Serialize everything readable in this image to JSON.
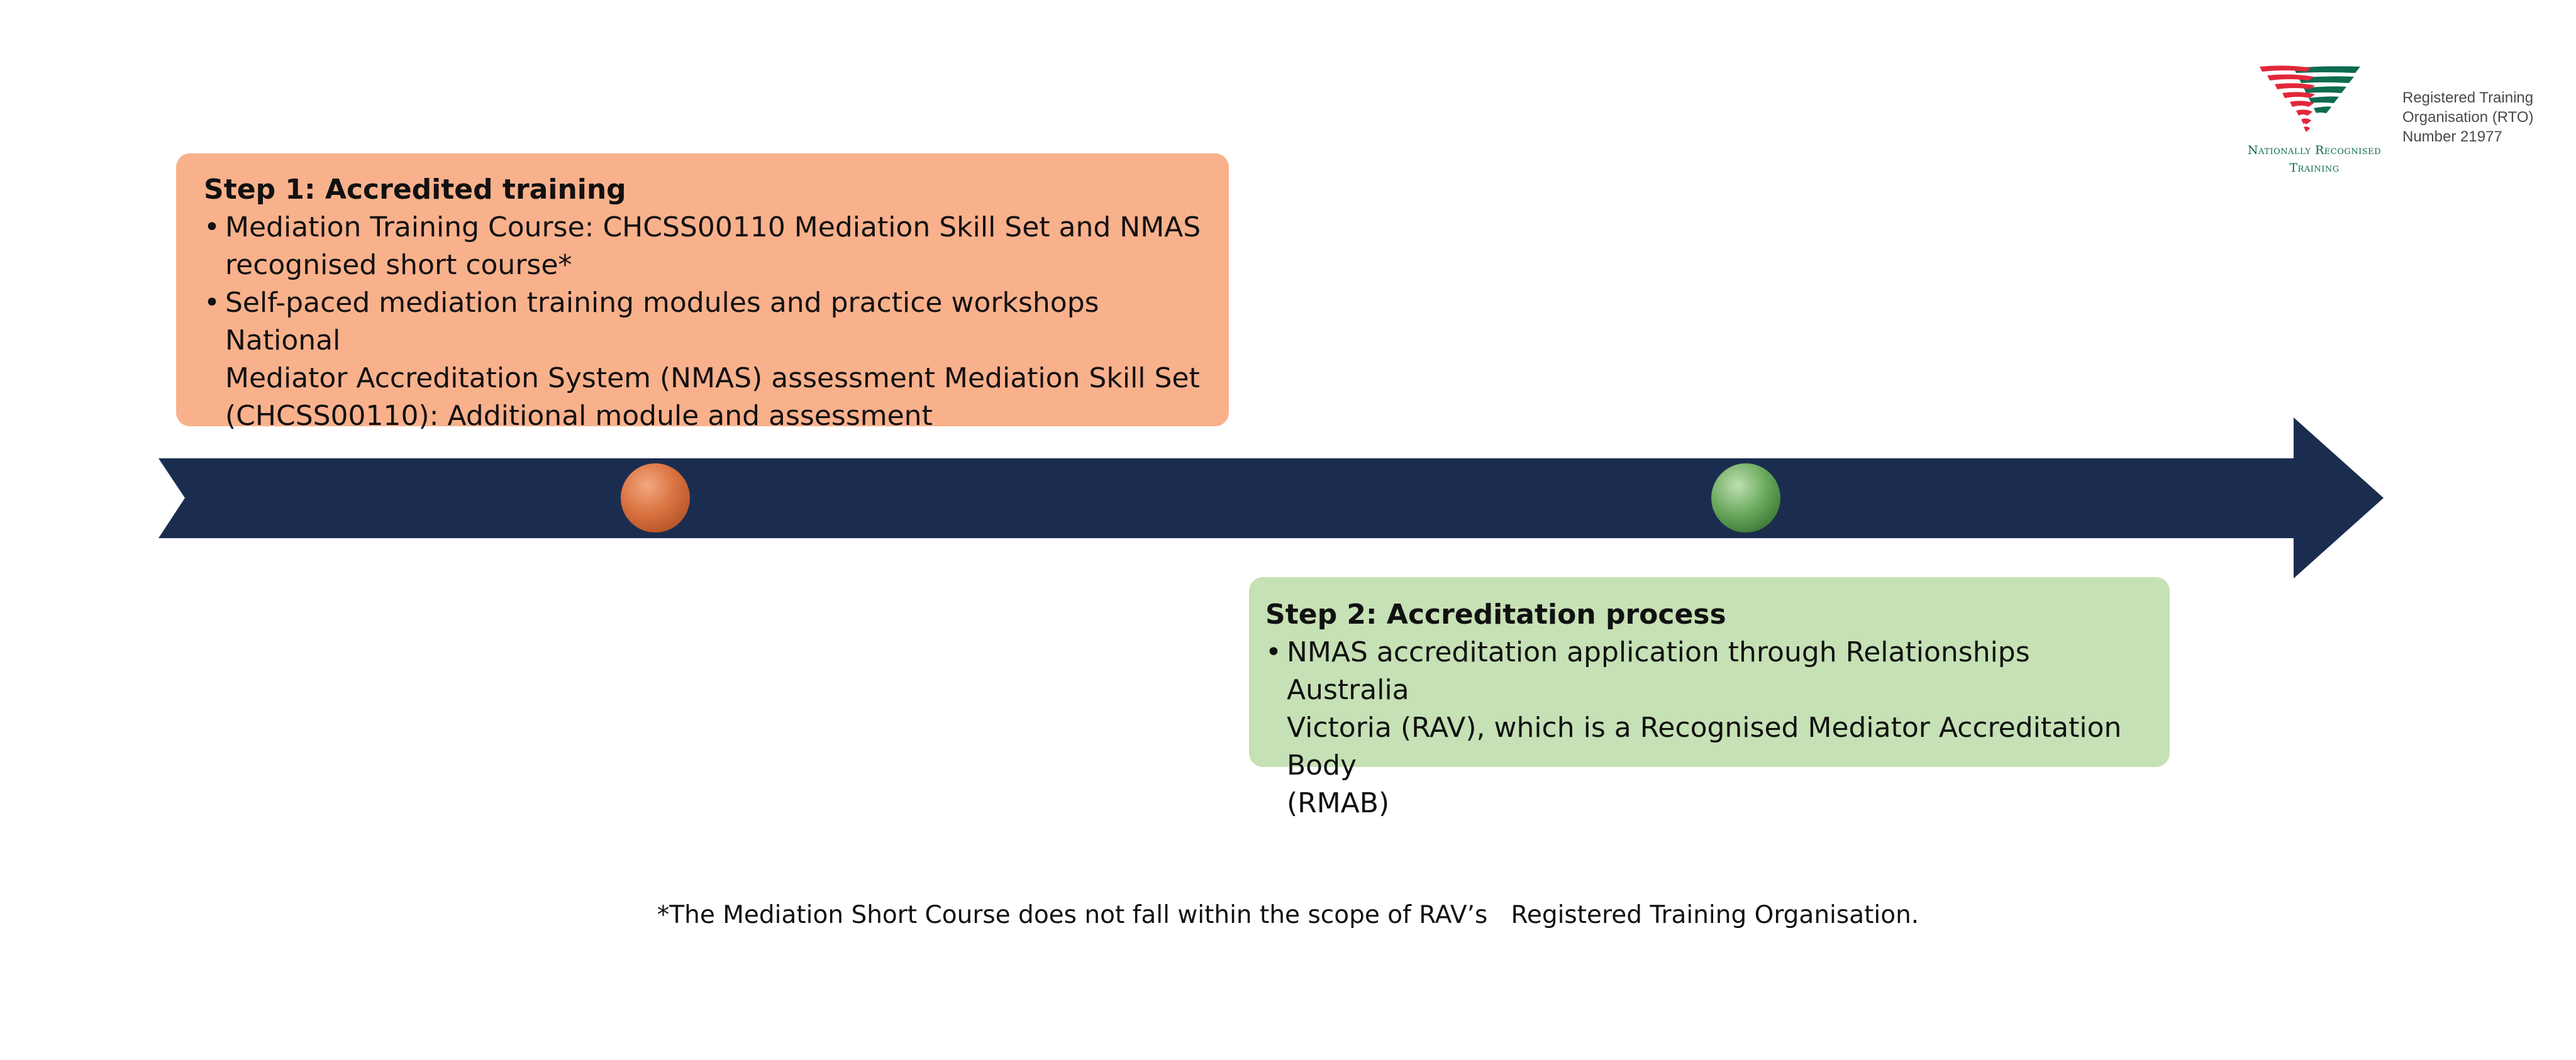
{
  "logo": {
    "name": "nationally-recognised-training-logo",
    "caption_line1": "Nationally Recognised",
    "caption_line2": "Training",
    "colors": {
      "red": "#e2273a",
      "green": "#0d6b4f"
    }
  },
  "rto": {
    "line1": "Registered Training",
    "line2": "Organisation (RTO)",
    "line3": "Number 21977"
  },
  "step1": {
    "title": "Step 1: Accredited training",
    "bullet": "•",
    "items": [
      {
        "line1": "Mediation Training Course:  CHCSS00110 Mediation Skill Set  and NMAS",
        "line2": "recognised short course*"
      },
      {
        "line1": "Self-paced mediation training modules and practice workshops National",
        "line2": "Mediator Accreditation System (NMAS) assessment Mediation Skill Set",
        "line3": "(CHCSS00110): Additional module and assessment"
      }
    ],
    "color": "#f9b18c",
    "marker_color": "#d8713f"
  },
  "step2": {
    "title": "Step 2: Accreditation process",
    "bullet": "•",
    "items": [
      {
        "line1": "NMAS accreditation application through Relationships Australia",
        "line2": "Victoria (RAV), which is a Recognised Mediator Accreditation Body",
        "line3": "(RMAB)"
      }
    ],
    "color": "#c6e1b5",
    "marker_color": "#5e9e52"
  },
  "timeline": {
    "arrow_color": "#1b2d4f"
  },
  "footnote": "*The Mediation Short Course does not fall within the scope of RAV’s   Registered Training Organisation."
}
